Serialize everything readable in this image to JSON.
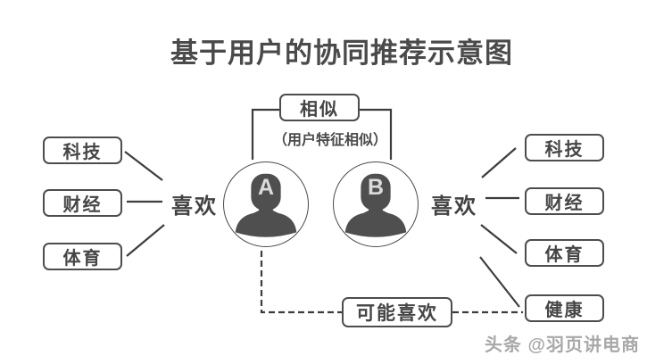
{
  "title": "基于用户的协同推荐示意图",
  "similar": {
    "label": "相似",
    "note": "（用户特征相似）"
  },
  "users": [
    {
      "id": "A"
    },
    {
      "id": "B"
    }
  ],
  "left": {
    "likes_label": "喜欢",
    "items": [
      "科技",
      "财经",
      "体育"
    ]
  },
  "right": {
    "likes_label": "喜欢",
    "items": [
      "科技",
      "财经",
      "体育",
      "健康"
    ]
  },
  "maybe_like": {
    "label": "可能喜欢"
  },
  "watermark": "头条 @羽页讲电商",
  "colors": {
    "line": "#3d3d3d",
    "box_border": "#4d4d4d",
    "text": "#454545",
    "silhouette": "#4f4f4f",
    "watermark": "#a8a8a8"
  }
}
